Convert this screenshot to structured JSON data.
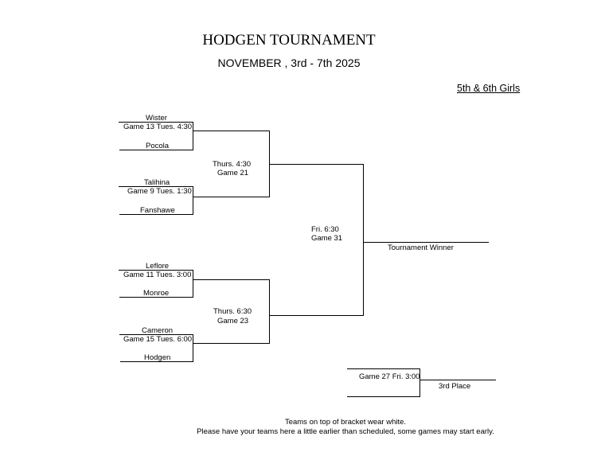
{
  "header": {
    "title": "HODGEN TOURNAMENT",
    "dates": "NOVEMBER , 3rd - 7th   2025",
    "division": "5th & 6th    Girls"
  },
  "bracket": {
    "first_round": [
      {
        "game": "Game 13  Tues. 4:30",
        "top_team": "Wister",
        "bottom_team": "Pocola"
      },
      {
        "game": "Game 9  Tues. 1:30",
        "top_team": "Talihina",
        "bottom_team": "Fanshawe"
      },
      {
        "game": "Game 11  Tues. 3:00",
        "top_team": "Leflore",
        "bottom_team": "Monroe"
      },
      {
        "game": "Game 15  Tues. 6:00",
        "top_team": "Cameron",
        "bottom_team": "Hodgen"
      }
    ],
    "semifinals": [
      {
        "time": "Thurs.  4:30",
        "game": "Game 21"
      },
      {
        "time": "Thurs. 6:30",
        "game": "Game 23"
      }
    ],
    "final": {
      "time": "Fri.  6:30",
      "game": "Game 31"
    },
    "winner_label": "Tournament Winner",
    "third_place": {
      "game": "Game 27 Fri. 3:00",
      "label": "3rd Place"
    }
  },
  "footer": {
    "line1": "Teams on top of bracket wear white.",
    "line2": "Please have your teams here a little earlier than scheduled, some games may start early."
  }
}
